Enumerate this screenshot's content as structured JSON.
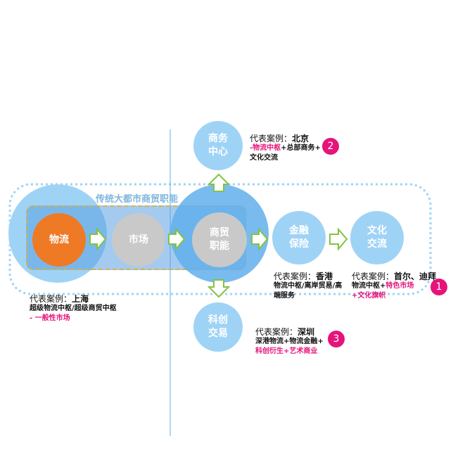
{
  "diagram": {
    "group_title": "传统大都市商贸职能",
    "nodes": {
      "logistics": "物流",
      "market": "市场",
      "commerce": "商贸\n职能",
      "business_center": "商务\n中心",
      "finance": "金融\n保险",
      "culture": "文化\n交流",
      "tech": "科创\n交易"
    },
    "cases": {
      "shanghai": {
        "label": "代表案例：",
        "city": "上海",
        "lines": [
          {
            "text": "超级物流中枢/超级商贸中枢",
            "color": "#111111"
          },
          {
            "text": "- 一般性市场",
            "color": "#e5147a"
          }
        ]
      },
      "beijing": {
        "label": "代表案例：",
        "city": "北京",
        "lines": [
          [
            {
              "text": "-物流中枢",
              "color": "#e5147a"
            },
            {
              "text": "+总部商务+",
              "color": "#111111"
            }
          ],
          [
            {
              "text": "文化交流",
              "color": "#111111"
            }
          ]
        ],
        "badge": "2"
      },
      "hongkong": {
        "label": "代表案例：",
        "city": "香港",
        "lines": [
          {
            "text": "物流中枢/离岸贸易/高",
            "color": "#111111"
          },
          {
            "text": "端服务",
            "color": "#111111"
          }
        ]
      },
      "seoul_dubai": {
        "label": "代表案例：",
        "city": "首尔、迪拜",
        "lines": [
          [
            {
              "text": "物流中枢+",
              "color": "#111111"
            },
            {
              "text": "特色市场",
              "color": "#e5147a"
            }
          ],
          [
            {
              "text": "+文化旗帜",
              "color": "#e5147a"
            }
          ]
        ],
        "badge": "1"
      },
      "shenzhen": {
        "label": "代表案例：",
        "city": "深圳",
        "lines": [
          [
            {
              "text": "深港物流+物流金融+",
              "color": "#111111"
            }
          ],
          [
            {
              "text": "科创衍生+艺术商业",
              "color": "#e5147a"
            }
          ]
        ],
        "badge": "3"
      }
    },
    "colors": {
      "pale_blue": "#9fd3f6",
      "mid_blue": "#5ab0eb",
      "orange": "#ee7a26",
      "grey": "#c9c9c9",
      "pink": "#e5147a",
      "arrow_green": "#82c341",
      "dashed_gold": "#d6b24a"
    }
  }
}
